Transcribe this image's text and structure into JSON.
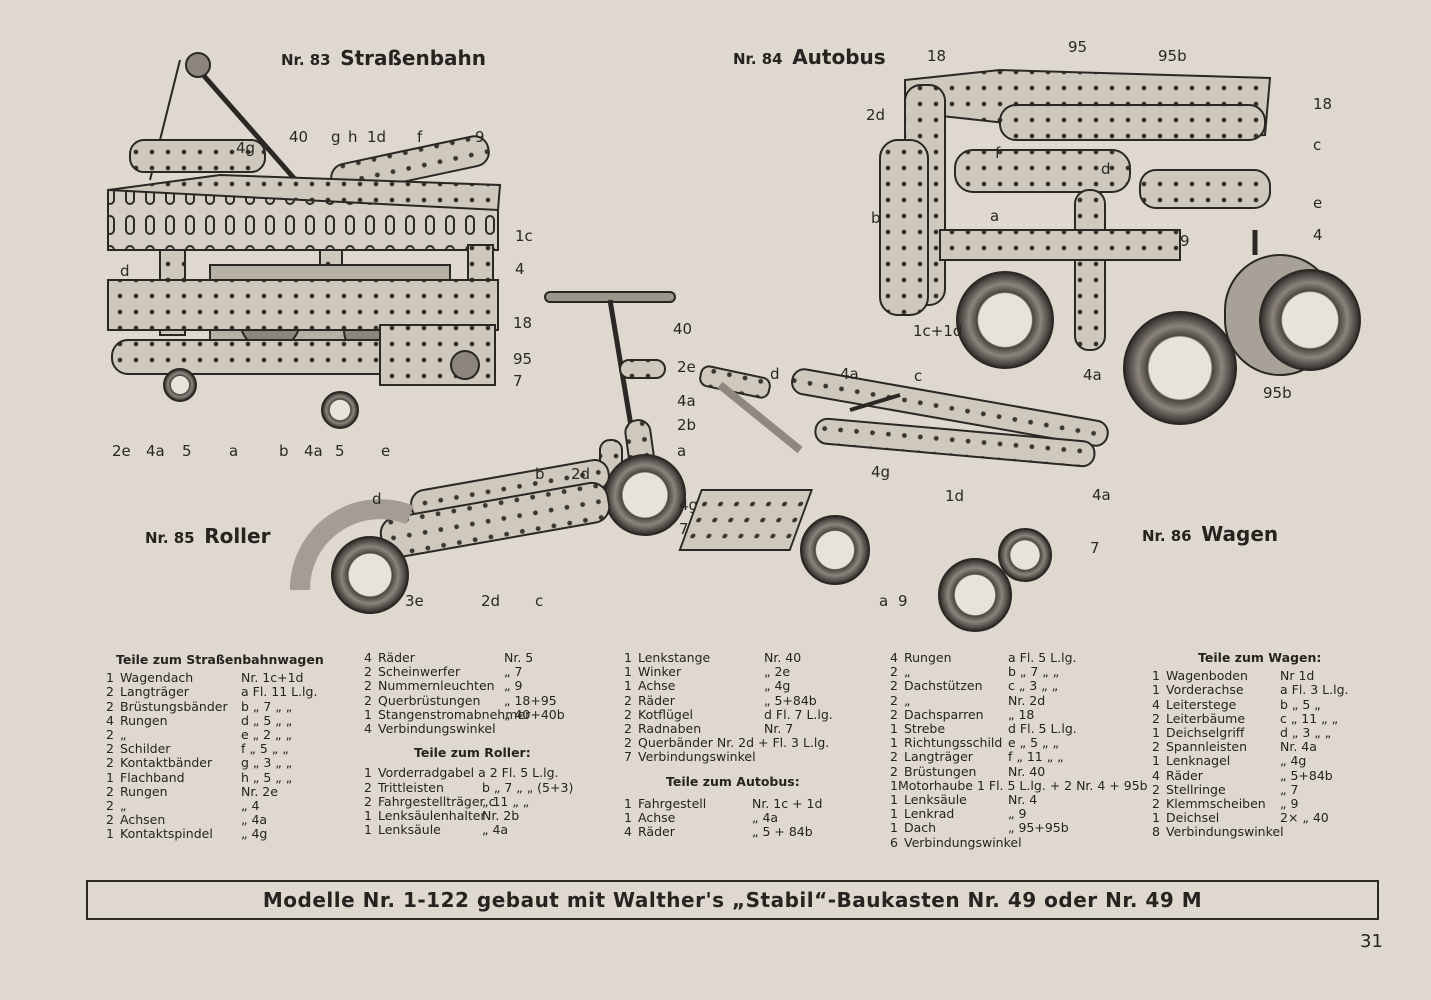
{
  "models": [
    {
      "number": "Nr. 83",
      "name": "Straßenbahn"
    },
    {
      "number": "Nr. 84",
      "name": "Autobus"
    },
    {
      "number": "Nr. 85",
      "name": "Roller"
    },
    {
      "number": "Nr. 86",
      "name": "Wagen"
    }
  ],
  "callouts": {
    "tram": [
      "40",
      "4g",
      "g",
      "h",
      "1d",
      "f",
      "9",
      "1c",
      "4",
      "d",
      "18",
      "95",
      "7",
      "2e",
      "4a",
      "5",
      "a",
      "b",
      "4a",
      "5",
      "e"
    ],
    "bus": [
      "18",
      "95",
      "95b",
      "18",
      "2d",
      "c",
      "f",
      "d",
      "e",
      "b",
      "a",
      "9",
      "4",
      "1c+1d",
      "4a",
      "95b"
    ],
    "roller": [
      "40",
      "2e",
      "4a",
      "2b",
      "a",
      "b",
      "2d",
      "4g",
      "7",
      "d",
      "3e",
      "2d",
      "c"
    ],
    "wagen": [
      "d",
      "4a",
      "c",
      "4g",
      "1d",
      "4a",
      "7",
      "a",
      "9"
    ]
  },
  "parts_lists": {
    "col1": {
      "heading": "Teile zum Straßenbahnwagen",
      "rows": [
        {
          "q": "1",
          "n": "Wagendach",
          "d": "Nr. 1c+1d"
        },
        {
          "q": "2",
          "n": "Langträger",
          "d": "a Fl. 11 L.lg."
        },
        {
          "q": "2",
          "n": "Brüstungsbänder",
          "d": "b  „  7  „  „"
        },
        {
          "q": "4",
          "n": "Rungen",
          "d": "d  „  5  „  „"
        },
        {
          "q": "2",
          "n": "„",
          "d": "e  „  2  „  „"
        },
        {
          "q": "2",
          "n": "Schilder",
          "d": "f  „  5  „  „"
        },
        {
          "q": "2",
          "n": "Kontaktbänder",
          "d": "g  „  3  „  „"
        },
        {
          "q": "1",
          "n": "Flachband",
          "d": "h  „  5  „  „"
        },
        {
          "q": "2",
          "n": "Rungen",
          "d": "Nr. 2e"
        },
        {
          "q": "2",
          "n": "„",
          "d": "„  4"
        },
        {
          "q": "2",
          "n": "Achsen",
          "d": "„  4a"
        },
        {
          "q": "1",
          "n": "Kontaktspindel",
          "d": "„  4g"
        }
      ]
    },
    "col2a": {
      "heading": "",
      "rows": [
        {
          "q": "4",
          "n": "Räder",
          "d": "Nr. 5"
        },
        {
          "q": "2",
          "n": "Scheinwerfer",
          "d": "„  7"
        },
        {
          "q": "2",
          "n": "Nummernleuchten",
          "d": "„  9"
        },
        {
          "q": "2",
          "n": "Querbrüstungen",
          "d": "„ 18+95"
        },
        {
          "q": "1",
          "n": "Stangenstromabnehmer",
          "d": "„ 40+40b"
        },
        {
          "q": "4",
          "n": "Verbindungswinkel",
          "d": ""
        }
      ]
    },
    "col2b": {
      "heading": "Teile zum Roller:",
      "rows": [
        {
          "q": "1",
          "n": "Vorderradgabel a 2 Fl. 5 L.lg.",
          "d": ""
        },
        {
          "q": "2",
          "n": "Trittleisten",
          "d": "b  „  7  „  „ (5+3)"
        },
        {
          "q": "2",
          "n": "Fahrgestellträger c",
          "d": "„ 11  „  „"
        },
        {
          "q": "1",
          "n": "Lenksäulenhalter",
          "d": "Nr.  2b"
        },
        {
          "q": "1",
          "n": "Lenksäule",
          "d": "„  4a"
        }
      ]
    },
    "col3a": {
      "heading": "",
      "rows": [
        {
          "q": "1",
          "n": "Lenkstange",
          "d": "Nr. 40"
        },
        {
          "q": "1",
          "n": "Winker",
          "d": "„  2e"
        },
        {
          "q": "1",
          "n": "Achse",
          "d": "„  4g"
        },
        {
          "q": "2",
          "n": "Räder",
          "d": "„  5+84b"
        },
        {
          "q": "2",
          "n": "Kotflügel",
          "d": "d Fl. 7 L.lg."
        },
        {
          "q": "2",
          "n": "Radnaben",
          "d": "Nr. 7"
        },
        {
          "q": "2",
          "n": "Querbänder  Nr. 2d + Fl. 3 L.lg.",
          "d": ""
        },
        {
          "q": "7",
          "n": "Verbindungswinkel",
          "d": ""
        }
      ]
    },
    "col3b": {
      "heading": "Teile zum Autobus:",
      "rows": [
        {
          "q": "1",
          "n": "Fahrgestell",
          "d": "Nr. 1c + 1d"
        },
        {
          "q": "1",
          "n": "Achse",
          "d": "„  4a"
        },
        {
          "q": "4",
          "n": "Räder",
          "d": "„  5 + 84b"
        }
      ]
    },
    "col4": {
      "heading": "",
      "rows": [
        {
          "q": "4",
          "n": "Rungen",
          "d": "a  Fl.  5 L.lg."
        },
        {
          "q": "2",
          "n": "„",
          "d": "b  „  7  „  „"
        },
        {
          "q": "2",
          "n": "Dachstützen",
          "d": "c  „  3  „  „"
        },
        {
          "q": "2",
          "n": "„",
          "d": "Nr. 2d"
        },
        {
          "q": "2",
          "n": "Dachsparren",
          "d": "„  18"
        },
        {
          "q": "1",
          "n": "Strebe",
          "d": "d  Fl.  5 L.lg."
        },
        {
          "q": "1",
          "n": "Richtungsschild",
          "d": "e  „  5  „  „"
        },
        {
          "q": "2",
          "n": "Langträger",
          "d": "f  „  11  „  „"
        },
        {
          "q": "2",
          "n": "Brüstungen",
          "d": "Nr. 40"
        },
        {
          "q": "1",
          "n": "Motorhaube 1 Fl. 5 L.lg. + 2 Nr. 4 + 95b",
          "d": ""
        },
        {
          "q": "1",
          "n": "Lenksäule",
          "d": "Nr.  4"
        },
        {
          "q": "1",
          "n": "Lenkrad",
          "d": "„  9"
        },
        {
          "q": "1",
          "n": "Dach",
          "d": "„  95+95b"
        },
        {
          "q": "6",
          "n": "Verbindungswinkel",
          "d": ""
        }
      ]
    },
    "col5": {
      "heading": "Teile zum Wagen:",
      "rows": [
        {
          "q": "1",
          "n": "Wagenboden",
          "d": "Nr  1d"
        },
        {
          "q": "1",
          "n": "Vorderachse",
          "d": "a  Fl.  3 L.lg."
        },
        {
          "q": "4",
          "n": "Leiterstege",
          "d": "b  „  5  „"
        },
        {
          "q": "2",
          "n": "Leiterbäume",
          "d": "c  „  11  „  „"
        },
        {
          "q": "1",
          "n": "Deichselgriff",
          "d": "d  „  3  „  „"
        },
        {
          "q": "2",
          "n": "Spannleisten",
          "d": "Nr. 4a"
        },
        {
          "q": "1",
          "n": "Lenknagel",
          "d": "„  4g"
        },
        {
          "q": "4",
          "n": "Räder",
          "d": "„  5+84b"
        },
        {
          "q": "2",
          "n": "Stellringe",
          "d": "„  7"
        },
        {
          "q": "2",
          "n": "Klemmscheiben",
          "d": "„  9"
        },
        {
          "q": "1",
          "n": "Deichsel",
          "d": "2× „  40"
        },
        {
          "q": "8",
          "n": "Verbindungswinkel",
          "d": ""
        }
      ]
    }
  },
  "footer_banner": "Modelle Nr. 1-122 gebaut mit Walther's „Stabil“-Baukasten Nr. 49 oder Nr. 49 M",
  "page_number": "31"
}
